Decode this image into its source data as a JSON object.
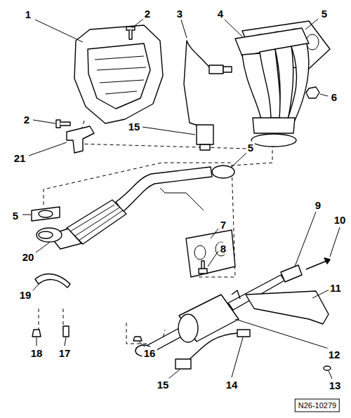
{
  "diagram": {
    "labels": [
      "1",
      "2",
      "3",
      "4",
      "5",
      "6",
      "2",
      "21",
      "15",
      "5",
      "5",
      "20",
      "7",
      "8",
      "9",
      "10",
      "11",
      "19",
      "18",
      "17",
      "16",
      "15",
      "14",
      "12",
      "13",
      "N26-10279"
    ]
  }
}
